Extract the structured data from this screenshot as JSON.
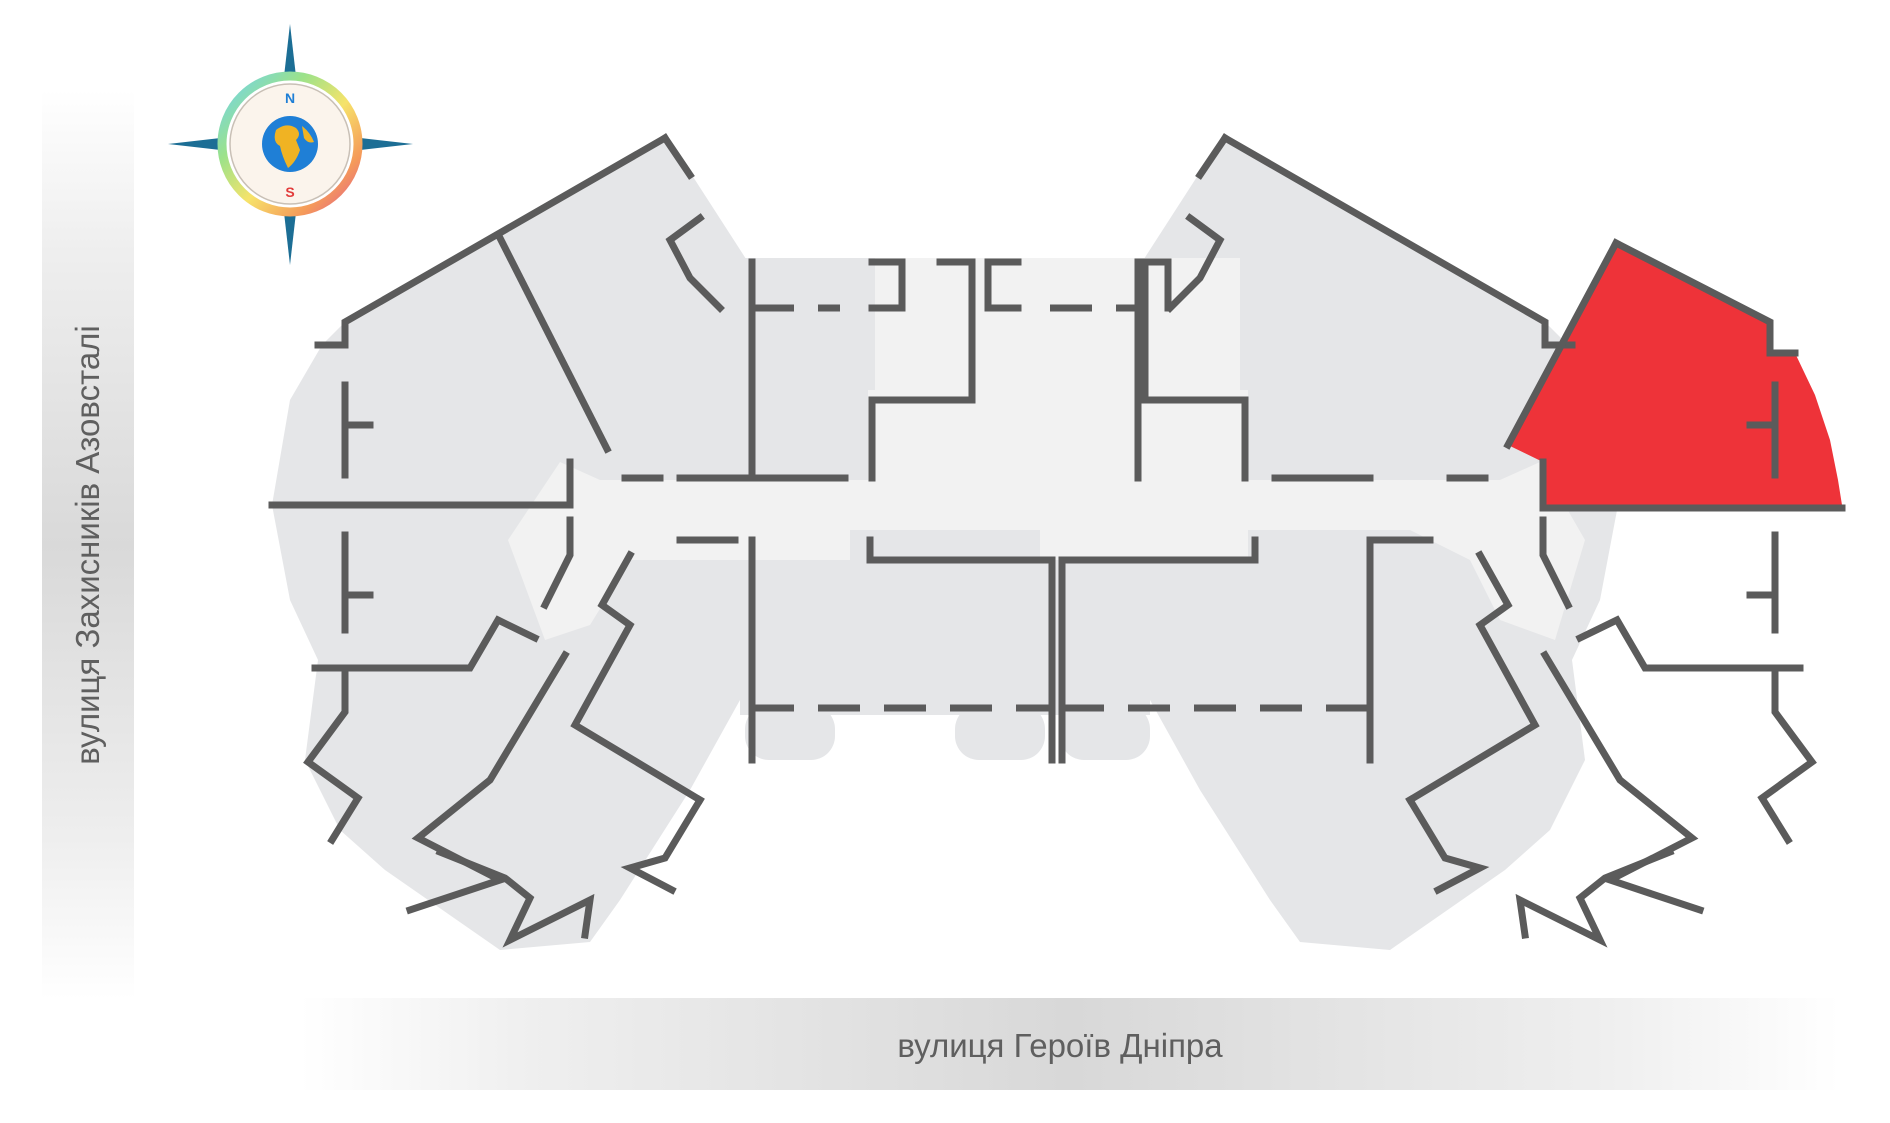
{
  "streets": {
    "left": "вулиця Захисників Азовсталі",
    "bottom": "вулиця Героїв Дніпра"
  },
  "compass": {
    "north_label": "N",
    "south_label": "S"
  },
  "colors": {
    "selected_apartment": "#ee3339",
    "floor": "#e5e6e8",
    "corridor": "#f2f2f2",
    "wall": "#5b5b5b"
  },
  "floor_plan": {
    "selected_apartment": "north-east corner unit"
  }
}
